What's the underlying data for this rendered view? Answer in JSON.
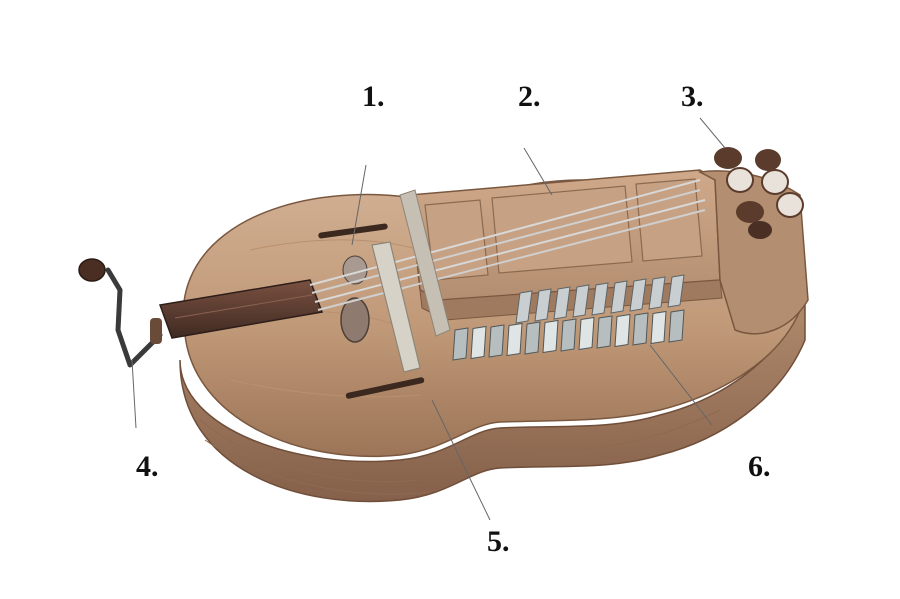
{
  "labels": {
    "one": "1.",
    "two": "2.",
    "three": "3.",
    "four": "4.",
    "five": "5.",
    "six": "6."
  },
  "colors": {
    "wood_light": "#c9a486",
    "wood_mid": "#b48a6a",
    "wood_dark": "#8a6448",
    "handle": "#5a3a2c",
    "metal": "#9aa3a6",
    "key_light": "#d9dedf",
    "leader": "#666666"
  }
}
